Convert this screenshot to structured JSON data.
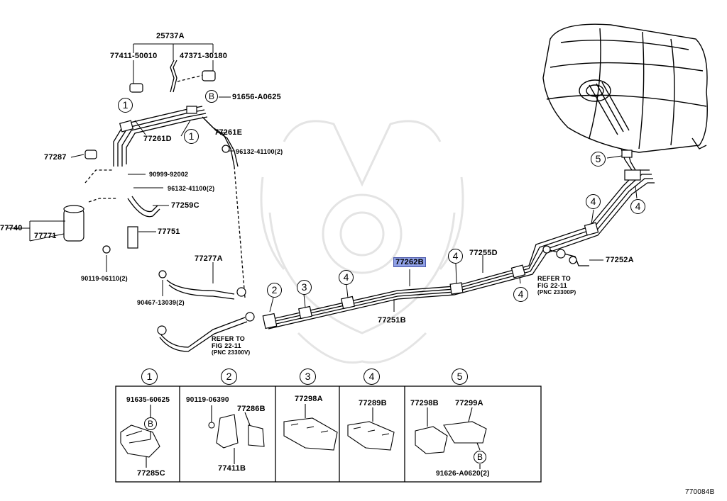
{
  "parts": {
    "p25737a": "25737A",
    "p77411_50010": "77411-50010",
    "p47371_30180": "47371-30180",
    "p91656_a0625": "91656-A0625",
    "p77261d": "77261D",
    "p77261e": "77261E",
    "p96132_top": "96132-41100(2)",
    "p77287": "77287",
    "p90999": "90999-92002",
    "p96132_mid": "96132-41100(2)",
    "p77259c": "77259C",
    "p77740": "77740",
    "p77771": "77771",
    "p77751": "77751",
    "p90119_06110": "90119-06110(2)",
    "p77277a": "77277A",
    "p90467": "90467-13039(2)",
    "p77262b": "77262B",
    "p77255d": "77255D",
    "p77252a": "77252A",
    "p77251b": "77251B"
  },
  "refs": {
    "right_line1": "REFER TO",
    "right_line2": "FIG 22-11",
    "right_line3": "(PNC 23300P)",
    "left_line1": "REFER TO",
    "left_line2": "FIG 22-11",
    "left_line3": "(PNC 23300V)"
  },
  "markers": {
    "b": "B",
    "m1": "1",
    "m2": "2",
    "m3": "3",
    "m4": "4",
    "m5": "5"
  },
  "detail_table": {
    "cells": [
      {
        "num": "1",
        "parts": [
          "91635-60625",
          "77285C"
        ],
        "marker": "B"
      },
      {
        "num": "2",
        "parts": [
          "90119-06390",
          "77286B",
          "77411B"
        ]
      },
      {
        "num": "3",
        "parts": [
          "77298A"
        ]
      },
      {
        "num": "4",
        "parts": [
          "77289B"
        ]
      },
      {
        "num": "5",
        "parts": [
          "77298B",
          "77299A",
          "91626-A0620(2)"
        ],
        "marker": "B"
      }
    ]
  },
  "figure_id": "770084B"
}
